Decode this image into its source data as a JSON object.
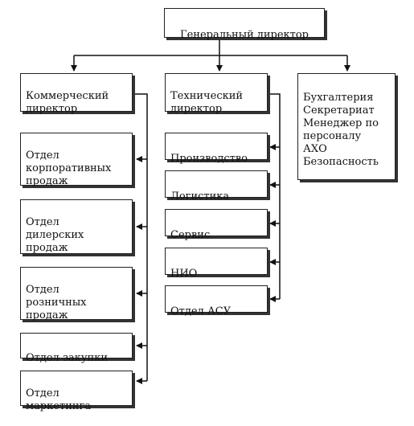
{
  "nodes": {
    "ceo": {
      "label": "Генеральный директор"
    },
    "commercial": {
      "label": "Коммерческий\nдиректор"
    },
    "technical": {
      "label": "Технический\nдиректор"
    },
    "admin": {
      "label": "Бухгалтерия\nСекретариат\nМенеджер по\nперсоналу\nАХО\nБезопасность"
    }
  },
  "commercial_departments": [
    {
      "label": "Отдел\nкорпоративных\nпродаж"
    },
    {
      "label": "Отдел\nдилерских\nпродаж"
    },
    {
      "label": "Отдел\nрозничных\nпродаж"
    },
    {
      "label": "Отдел закупки"
    },
    {
      "label": "Отдел\nмаркетинга"
    }
  ],
  "technical_departments": [
    {
      "label": "Производство"
    },
    {
      "label": "Логистика"
    },
    {
      "label": "Сервис"
    },
    {
      "label": "НИО"
    },
    {
      "label": "Отдел АСУ"
    }
  ]
}
